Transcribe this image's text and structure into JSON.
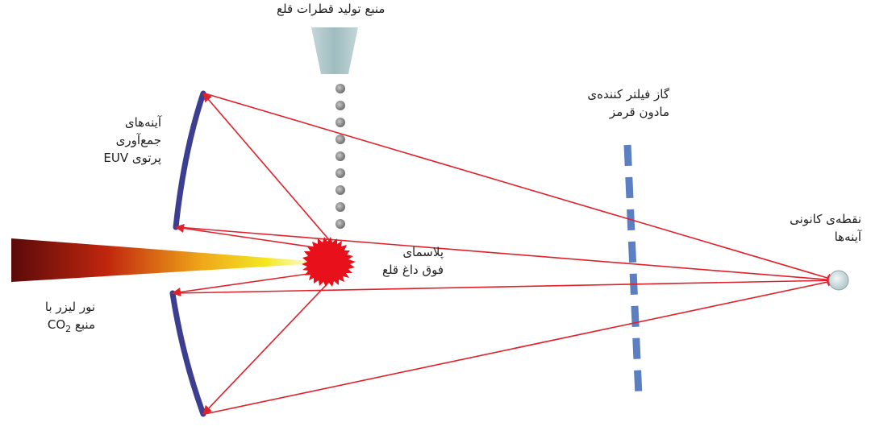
{
  "labels": {
    "droplet_source": "منبع تولید قطرات قلع",
    "collector_mirrors": [
      "آینه‌های",
      "جمع‌آوری",
      "پرتوی EUV"
    ],
    "ir_filter_gas": [
      "گاز فیلتر کننده‌ی",
      "مادون قرمز"
    ],
    "focal_point": [
      "نقطه‌ی کانونی",
      "آینه‌ها"
    ],
    "plasma": [
      "پلاسمای",
      "فوق داغ قلع"
    ],
    "laser": {
      "line1": "نور لیزر با",
      "line2_word": "منبع",
      "line2_formula": "CO",
      "line2_subscript": "2"
    }
  },
  "colors": {
    "mirror": "#3c3f8f",
    "ray": "#e0202a",
    "plasma": "#e8101a",
    "filter_gas": "#5b7fc0",
    "droplet": "#8c8c8c",
    "nozzle": "#a9c3c6",
    "focal_point": "#c8d8dc"
  }
}
